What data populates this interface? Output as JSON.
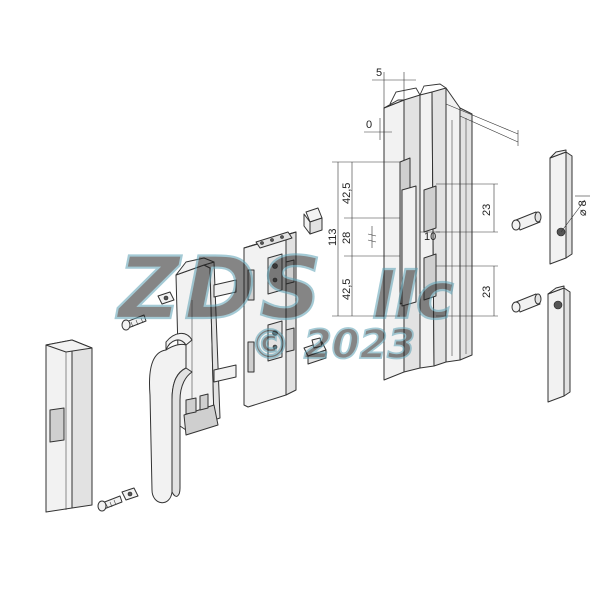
{
  "dimensions": {
    "top_width": "5",
    "top_offset": "0",
    "upper_spacing": "42,5",
    "middle_spacing": "28",
    "lower_spacing": "42,5",
    "total_height": "113",
    "upper_slot": "23",
    "center_offset": "10",
    "lower_slot": "23",
    "diameter": "⌀ 8"
  },
  "watermark": {
    "brand": "ZDS",
    "suffix": "llc",
    "copyright": "© 2023"
  },
  "colors": {
    "line": "#333333",
    "fill": "#f2f2f2",
    "watermark": "#5aa0b4"
  }
}
